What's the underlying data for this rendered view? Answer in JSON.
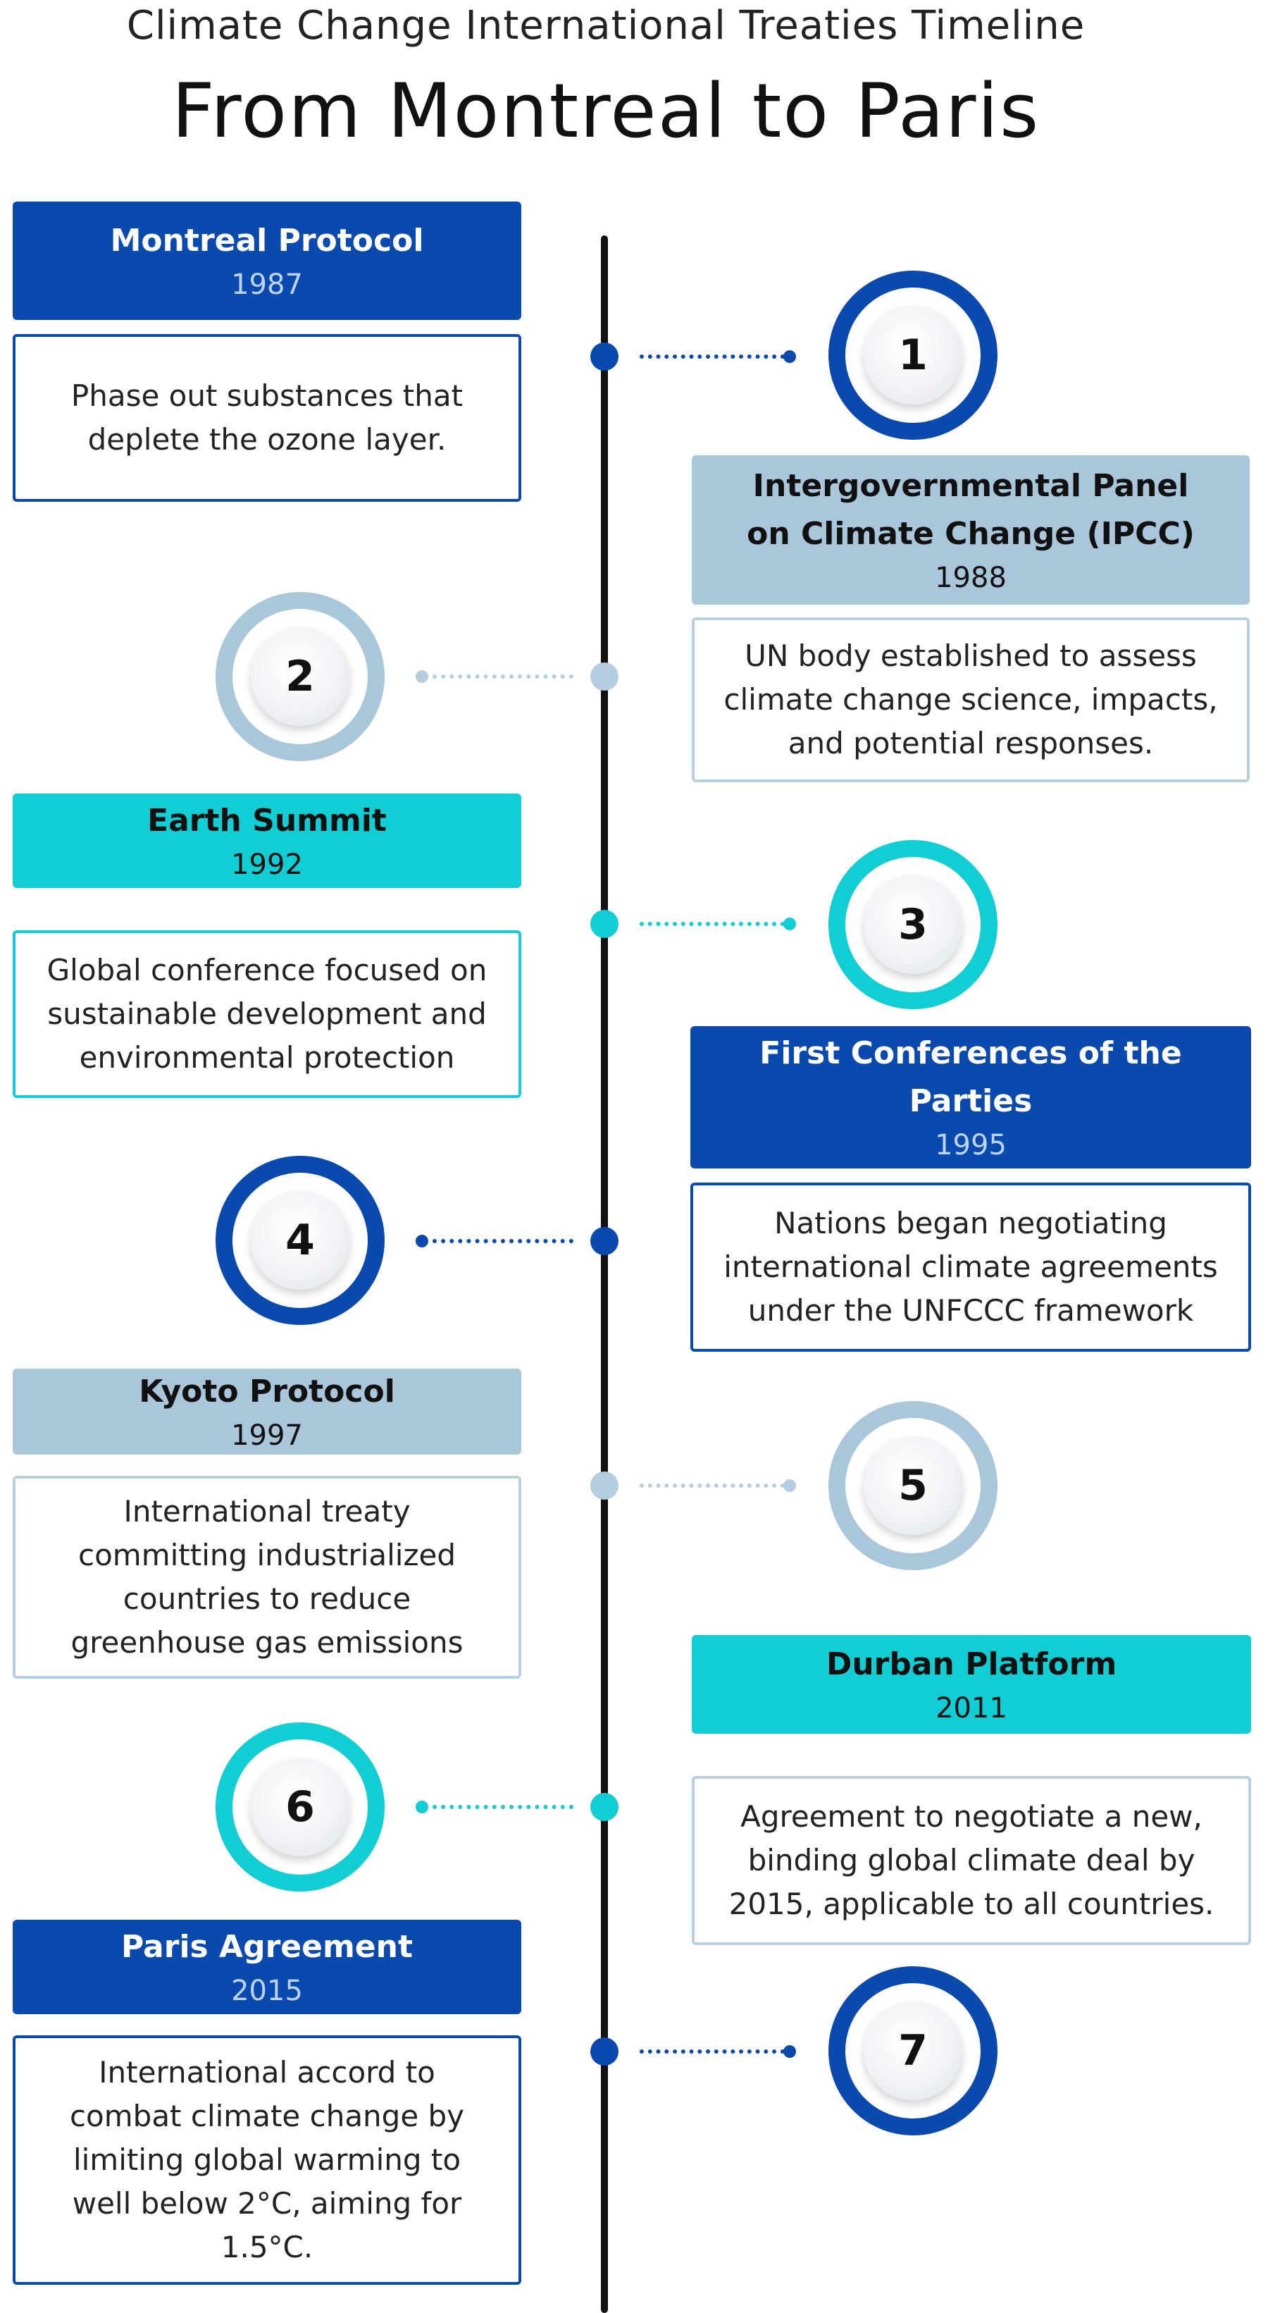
{
  "header": {
    "subtitle": "Climate Change International Treaties Timeline",
    "title": "From Montreal to Paris"
  },
  "colors": {
    "dark_blue": "#0a49ad",
    "light_blue": "#a9c6da",
    "cyan": "#11cdd4",
    "spine": "#111111"
  },
  "events": [
    {
      "number": "1",
      "name": "Montreal Protocol",
      "year": "1987",
      "lines": [
        "Phase out substances that",
        "deplete the ozone layer."
      ],
      "color": "dark_blue"
    },
    {
      "number": "2",
      "name_lines": [
        "Intergovernmental Panel",
        "on Climate Change (IPCC)"
      ],
      "year": "1988",
      "lines": [
        "UN body established to assess",
        "climate change science, impacts,",
        "and potential responses."
      ],
      "color": "light_blue"
    },
    {
      "number": "3",
      "name": "Earth Summit",
      "year": "1992",
      "lines": [
        "Global conference focused on",
        "sustainable development and",
        "environmental protection"
      ],
      "color": "cyan"
    },
    {
      "number": "4",
      "name_lines": [
        "First Conferences of the",
        "Parties"
      ],
      "year": "1995",
      "lines": [
        "Nations began negotiating",
        "international climate agreements",
        "under the UNFCCC framework"
      ],
      "color": "dark_blue"
    },
    {
      "number": "5",
      "name": "Kyoto Protocol",
      "year": "1997",
      "lines": [
        "International treaty",
        "committing industrialized",
        "countries to reduce",
        "greenhouse gas emissions"
      ],
      "color": "light_blue"
    },
    {
      "number": "6",
      "name": "Durban Platform",
      "year": "2011",
      "lines": [
        "Agreement to negotiate a new,",
        "binding global climate deal by",
        "2015, applicable to all countries."
      ],
      "color": "cyan"
    },
    {
      "number": "7",
      "name": "Paris Agreement",
      "year": "2015",
      "lines": [
        "International accord to",
        "combat climate change by",
        "limiting global warming to",
        "well below 2°C, aiming for",
        "1.5°C."
      ],
      "color": "dark_blue"
    }
  ]
}
